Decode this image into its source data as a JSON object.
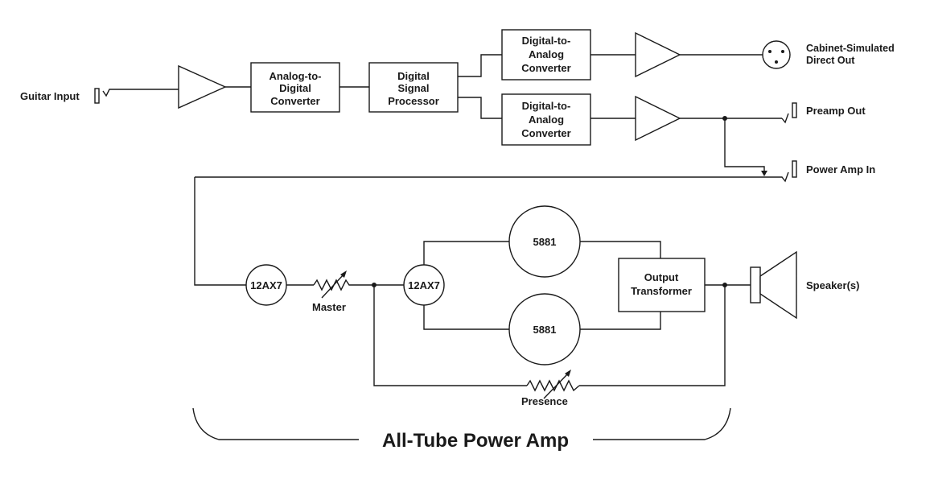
{
  "labels": {
    "guitar_input": "Guitar Input",
    "cab_out_1": "Cabinet-Simulated",
    "cab_out_2": "Direct Out",
    "preamp_out": "Preamp Out",
    "power_amp_in": "Power Amp In",
    "speakers": "Speaker(s)",
    "master": "Master",
    "presence": "Presence",
    "section_title": "All-Tube Power Amp"
  },
  "blocks": {
    "adc": [
      "Analog-to-",
      "Digital",
      "Converter"
    ],
    "dsp": [
      "Digital",
      "Signal",
      "Processor"
    ],
    "dac_top": [
      "Digital-to-",
      "Analog",
      "Converter"
    ],
    "dac_bottom": [
      "Digital-to-",
      "Analog",
      "Converter"
    ],
    "output_transformer": [
      "Output",
      "Transformer"
    ]
  },
  "tubes": {
    "preamp_tube": "12AX7",
    "phase_inverter": "12AX7",
    "power_tube_top": "5881",
    "power_tube_bottom": "5881"
  },
  "colors": {
    "ink": "#1a1a1a",
    "background": "#ffffff"
  }
}
